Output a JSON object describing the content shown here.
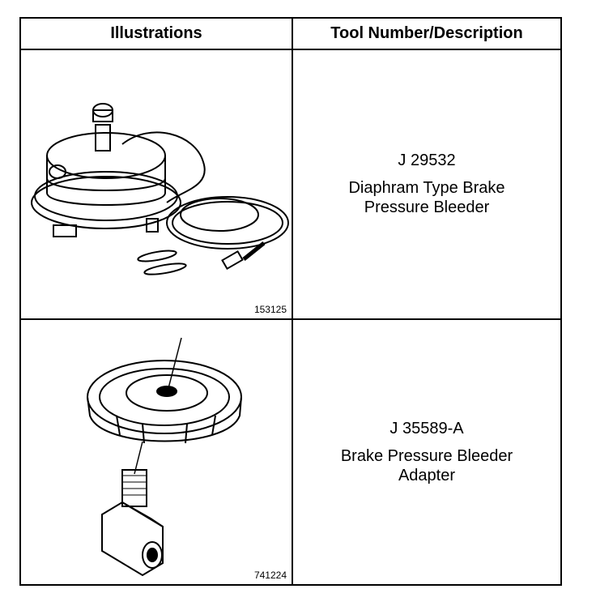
{
  "header": {
    "col1": "Illustrations",
    "col2": "Tool Number/Description"
  },
  "rows": [
    {
      "figure_number": "153125",
      "tool_number": "J 29532",
      "description_lines": [
        "Diaphram Type Brake",
        "Pressure Bleeder"
      ]
    },
    {
      "figure_number": "741224",
      "tool_number": "J 35589-A",
      "description_lines": [
        "Brake Pressure Bleeder",
        "Adapter"
      ]
    }
  ]
}
